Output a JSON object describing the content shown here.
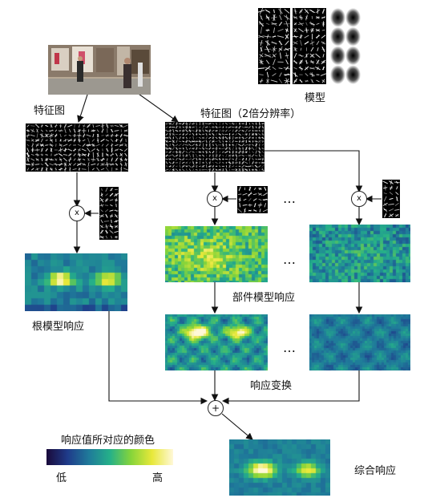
{
  "labels": {
    "feature_map": "特征图",
    "feature_map_2x": "特征图（2倍分辨率）",
    "model": "模型",
    "root_response": "根模型响应",
    "part_response": "部件模型响应",
    "response_transform": "响应变换",
    "combined_response": "综合响应",
    "colorbar_title": "响应值所对应的颜色",
    "low": "低",
    "high": "高"
  },
  "operators": {
    "multiply": "x",
    "add": "+"
  },
  "ellipsis": "…",
  "colormap": [
    "#1a0a3a",
    "#1f3b8a",
    "#1f7a9a",
    "#25b089",
    "#86d43a",
    "#e8e83a",
    "#fff8d8"
  ],
  "icons": {
    "scene": "street-photo",
    "hog_root": "hog-filter",
    "hog_part": "hog-filter",
    "deformation": "gaussian-deformation-cost"
  }
}
